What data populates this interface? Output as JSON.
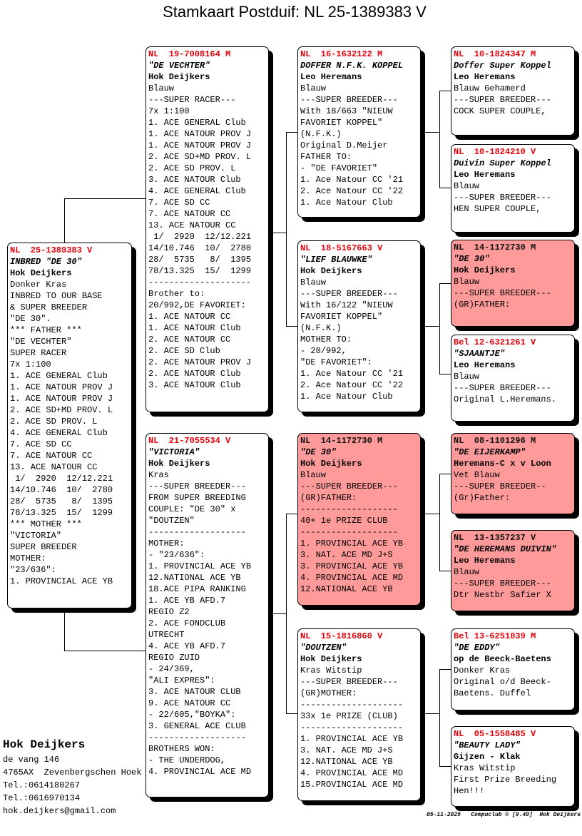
{
  "title": "Stamkaart Postduif: NL  25-1389383 V",
  "cards": {
    "main": {
      "pink": false,
      "ring": "NL  25-1389383 V",
      "name": "INBRED \"DE 30\"",
      "owner": "Hok Deijkers",
      "lines": [
        "Donker Kras",
        "INBRED TO OUR BASE",
        "& SUPER BREEDER",
        "\"DE 30\".",
        "*** FATHER ***",
        "\"DE VECHTER\"",
        "SUPER RACER",
        "7x 1:100",
        "1. ACE GENERAL Club",
        "1. ACE NATOUR PROV J",
        "1. ACE NATOUR PROV J",
        "2. ACE SD+MD PROV. L",
        "2. ACE SD PROV. L",
        "4. ACE GENERAL Club",
        "7. ACE SD CC",
        "7. ACE NATOUR CC",
        "13. ACE NATOUR CC",
        " 1/  2920  12/12.221",
        "14/10.746  10/  2780",
        "28/  5735   8/  1395",
        "78/13.325  15/  1299",
        "*** MOTHER ***",
        "\"VICTORIA\"",
        "SUPER BREEDER",
        "MOTHER:",
        "\"23/636\":",
        "1. PROVINCIAL ACE YB"
      ]
    },
    "father": {
      "pink": false,
      "ring": "NL  19-7008164 M",
      "name": "\"DE VECHTER\"",
      "owner": "Hok Deijkers",
      "lines": [
        "Blauw",
        "---SUPER RACER---",
        "7x 1:100",
        "1. ACE GENERAL Club",
        "1. ACE NATOUR PROV J",
        "1. ACE NATOUR PROV J",
        "2. ACE SD+MD PROV. L",
        "2. ACE SD PROV. L",
        "3. ACE NATOUR Club",
        "4. ACE GENERAL Club",
        "7. ACE SD CC",
        "7. ACE NATOUR CC",
        "13. ACE NATOUR CC",
        " 1/  2920  12/12.221",
        "14/10.746  10/  2780",
        "28/  5735   8/  1395",
        "78/13.325  15/  1299",
        "--------------------",
        "Brother to:",
        "20/992,DE FAVORIET:",
        "1. ACE NATOUR CC",
        "1. ACE NATOUR Club",
        "2. ACE NATOUR CC",
        "2. ACE SD Club",
        "2. ACE NATOUR PROV J",
        "2. ACE NATOUR Club",
        "3. ACE NATOUR Club"
      ]
    },
    "mother": {
      "pink": false,
      "ring": "NL  21-7055534 V",
      "name": "\"VICTORIA\"",
      "owner": "Hok Deijkers",
      "lines": [
        "Kras",
        "---SUPER BREEDER---",
        "FROM SUPER BREEDING",
        "COUPLE: \"DE 30\" x",
        "\"DOUTZEN\"",
        "-------------------",
        "MOTHER:",
        "- \"23/636\":",
        "1. PROVINCIAL ACE YB",
        "12.NATIONAL ACE YB",
        "18.ACE PIPA RANKING",
        "1. ACE YB AFD.7",
        "REGIO Z2",
        "2. ACE FONDCLUB",
        "UTRECHT",
        "4. ACE YB AFD.7",
        "REGIO ZUID",
        "- 24/369,",
        "\"ALI EXPRES\":",
        "3. ACE NATOUR CLUB",
        "9. ACE NATOUR CC",
        "- 22/605,\"BOYKA\":",
        "3. GENERAL ACE CLUB",
        "-------------------",
        "BROTHERS WON:",
        "- THE UNDERDOG,",
        "4. PROVINCIAL ACE MD"
      ]
    },
    "ff": {
      "pink": false,
      "ring": "NL  16-1632122 M",
      "name": "DOFFER N.F.K. KOPPEL",
      "owner": "Leo Heremans",
      "lines": [
        "Blauw",
        "---SUPER BREEDER---",
        "With 18/663 \"NIEUW",
        "FAVORIET KOPPEL\"",
        "(N.F.K.)",
        "Original D.Meijer",
        "FATHER TO:",
        "- \"DE FAVORIET\"",
        "1. Ace Natour CC '21",
        "2. Ace Natour CC '22",
        "1. Ace Natour Club"
      ]
    },
    "fm": {
      "pink": false,
      "ring": "NL  18-5167663 V",
      "name": "\"LIEF BLAUWKE\"",
      "owner": "Hok Deijkers",
      "lines": [
        "Blauw",
        "---SUPER BREEDER---",
        "With 16/122 \"NIEUW",
        "FAVORIET KOPPEL\"",
        "(N.F.K.)",
        "MOTHER TO:",
        "- 20/992,",
        "\"DE FAVORIET\":",
        "1. Ace Natour CC '21",
        "2. Ace Natour CC '22",
        "1. Ace Natour Club"
      ]
    },
    "mf": {
      "pink": true,
      "ring": "NL  14-1172730 M",
      "name": "\"DE 30\"",
      "owner": "Hok Deijkers",
      "lines": [
        "Blauw",
        "---SUPER BREEDER---",
        "(GR)FATHER:",
        "-------------------",
        "40+ 1e PRIZE CLUB",
        "-------------------",
        "1. PROVINCIAL ACE YB",
        "3. NAT. ACE MD J+S",
        "3. PROVINCIAL ACE YB",
        "4. PROVINCIAL ACE MD",
        "12.NATIONAL ACE YB"
      ]
    },
    "mm": {
      "pink": false,
      "ring": "NL  15-1816860 V",
      "name": "\"DOUTZEN\"",
      "owner": "Hok Deijkers",
      "lines": [
        "Kras Witstip",
        "---SUPER BREEDER---",
        "(GR)MOTHER:",
        "--------------------",
        "33x 1e PRIZE (CLUB)",
        "--------------------",
        "1. PROVINCIAL ACE YB",
        "3. NAT. ACE MD J+S",
        "12.NATIONAL ACE YB",
        "4. PROVINCIAL ACE MD",
        "15.PROVINCIAL ACE MD"
      ]
    },
    "fff": {
      "pink": false,
      "ring": "NL  10-1824347 M",
      "name": "Doffer Super Koppel",
      "owner": "Leo Heremans",
      "lines": [
        "Blauw Gehamerd",
        "---SUPER BREEDER---",
        "COCK SUPER COUPLE,"
      ]
    },
    "ffm": {
      "pink": false,
      "ring": "NL  10-1824210 V",
      "name": "Duivin Super Koppel",
      "owner": "Leo Heremans",
      "lines": [
        "Blauw",
        "---SUPER BREEDER---",
        "HEN SUPER COUPLE,"
      ]
    },
    "fmf": {
      "pink": true,
      "ring": "NL  14-1172730 M",
      "name": "\"DE 30\"",
      "owner": "Hok Deijkers",
      "lines": [
        "Blauw",
        "---SUPER BREEDER---",
        "(GR)FATHER:"
      ]
    },
    "fmm": {
      "pink": false,
      "ring": "Bel 12-6321261 V",
      "name": "\"SJAANTJE\"",
      "owner": "Leo Heremans",
      "lines": [
        "Blauw",
        "---SUPER BREEDER---",
        "Original L.Heremans."
      ]
    },
    "mff": {
      "pink": true,
      "ring": "NL  08-1101296 M",
      "name": "\"DE EIJERKAMP\"",
      "owner": "Heremans-C x v Loon",
      "lines": [
        "Vet Blauw",
        "---SUPER BREEDER--",
        "(Gr)Father:"
      ]
    },
    "mfm": {
      "pink": true,
      "ring": "NL  13-1357237 V",
      "name": "\"DE HEREMANS DUIVIN\"",
      "owner": "Leo Heremans",
      "lines": [
        "Blauw",
        "---SUPER BREEDER---",
        "Dtr Nestbr Safier X"
      ]
    },
    "mmf": {
      "pink": false,
      "ring": "Bel 13-6251039 M",
      "name": "\"DE EDDY\"",
      "owner": "op de Beeck-Baetens",
      "lines": [
        "Donker Kras",
        "Original o/d Beeck-",
        "Baetens. Duffel"
      ]
    },
    "mmm": {
      "pink": false,
      "ring": "NL  05-1558485 V",
      "name": "\"BEAUTY LADY\"",
      "owner": "Gijzen - Klak",
      "lines": [
        "Kras Witstip",
        "First Prize Breeding",
        "Hen!!!"
      ]
    }
  },
  "breeder": {
    "name": "Hok Deijkers",
    "address": "de vang 146",
    "city": "4765AX  Zevenbergschen Hoek",
    "phone1": "Tel.:0614180267",
    "phone2": "Tel.:0616970134",
    "email": "hok.deijkers@gmail.com"
  },
  "footer": "05-11-2025   Compuclub © [9.49]  Hok Deijkers"
}
